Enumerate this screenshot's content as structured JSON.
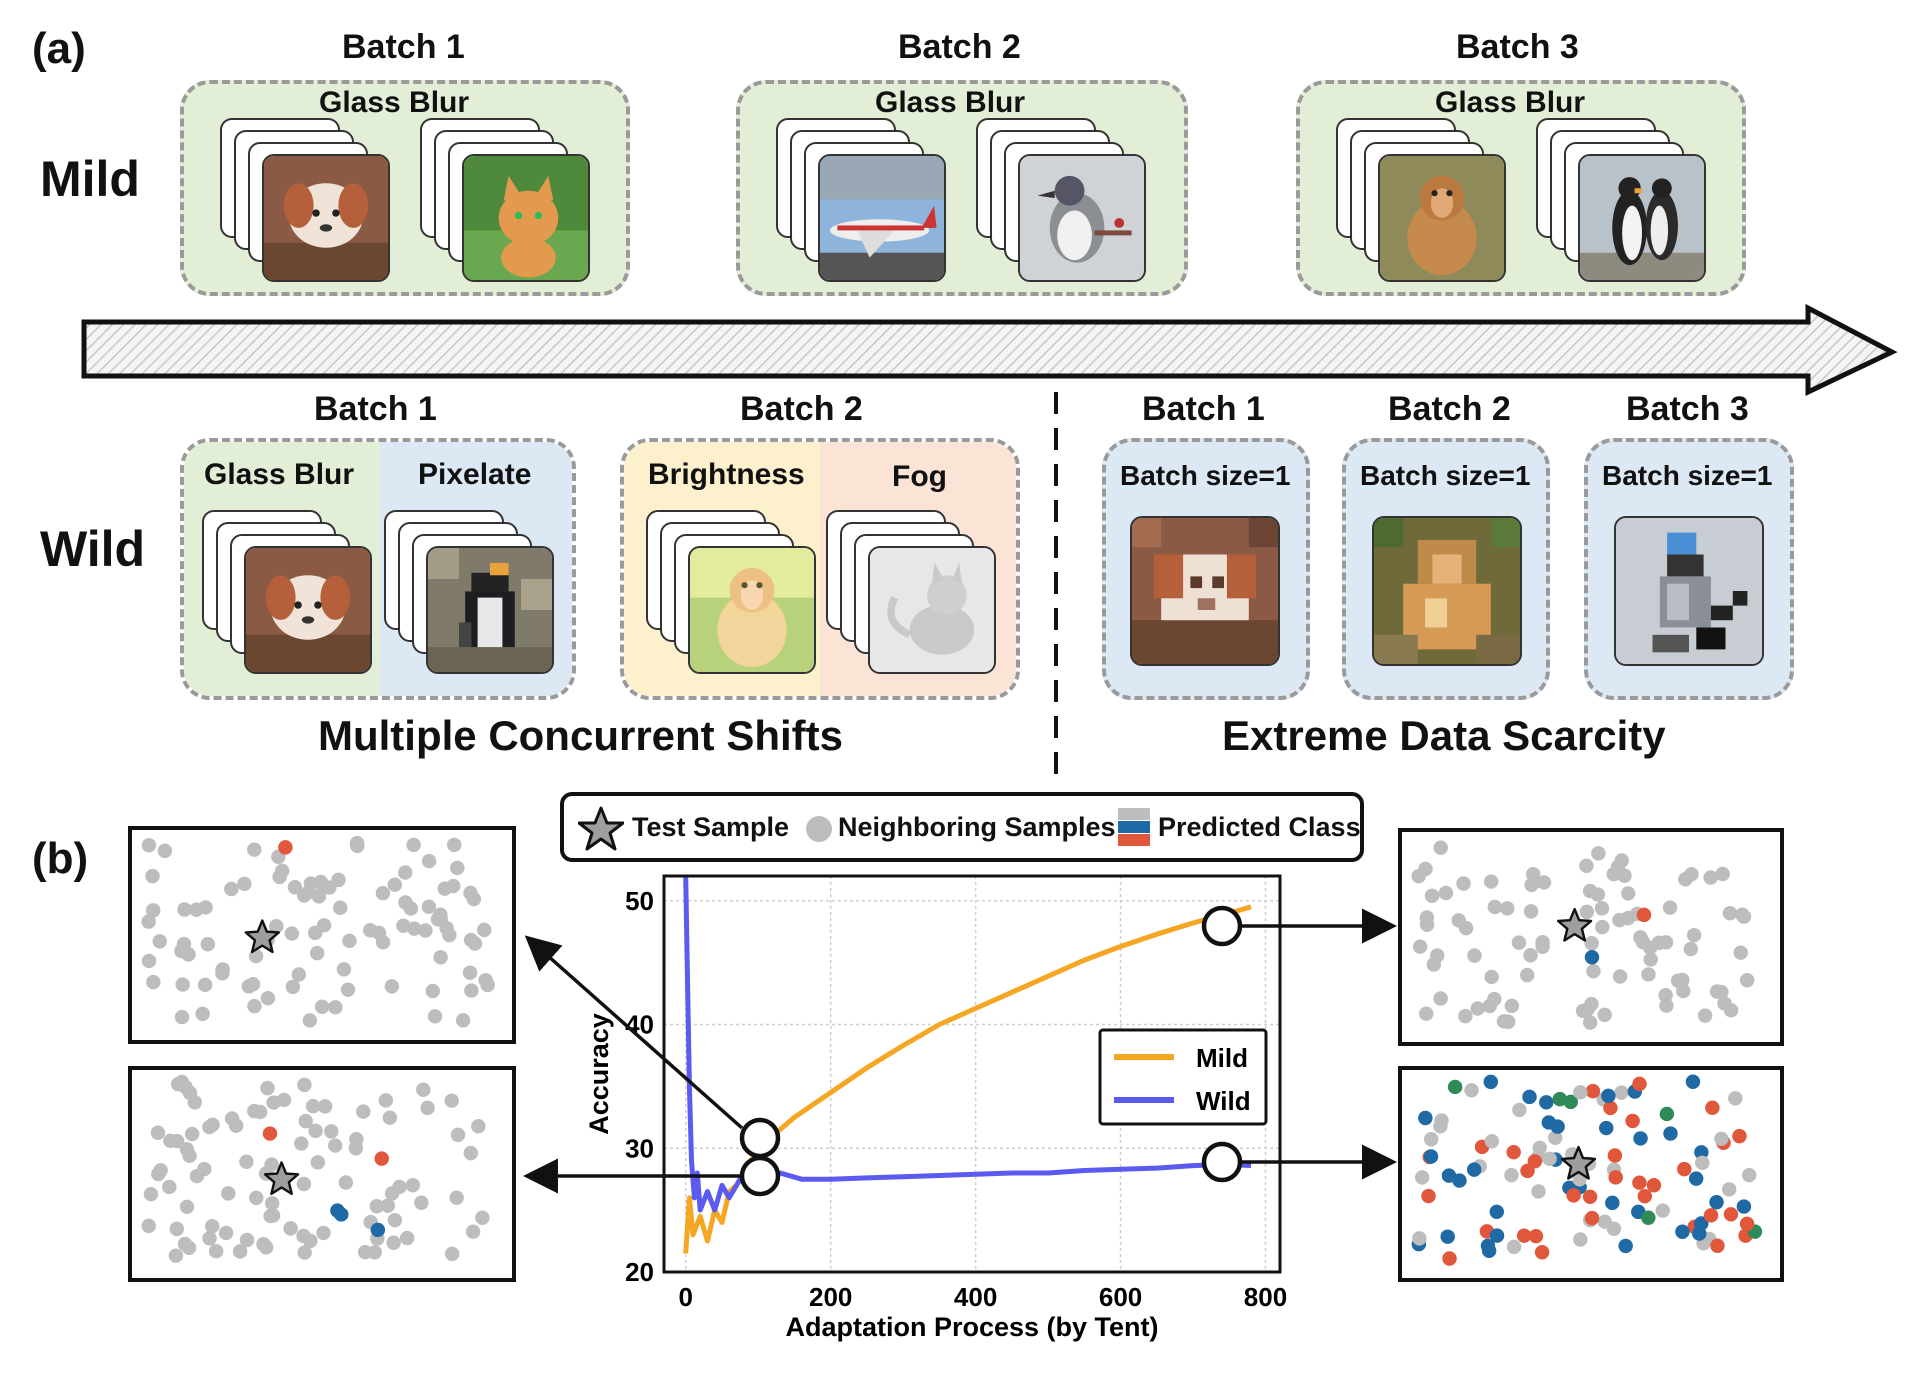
{
  "panel_a_label": "(a)",
  "panel_b_label": "(b)",
  "mild_label": "Mild",
  "wild_label": "Wild",
  "mild_batches": [
    {
      "title": "Batch 1",
      "shift": "Glass Blur",
      "images": [
        "puppy-image",
        "cat-image"
      ]
    },
    {
      "title": "Batch 2",
      "shift": "Glass Blur",
      "images": [
        "airplane-image",
        "bird-image"
      ]
    },
    {
      "title": "Batch 3",
      "shift": "Glass Blur",
      "images": [
        "monkey-image",
        "penguin-image"
      ]
    }
  ],
  "wild_concurrent": [
    {
      "title": "Batch 1",
      "shifts": [
        "Glass Blur",
        "Pixelate"
      ]
    },
    {
      "title": "Batch 2",
      "shifts": [
        "Brightness",
        "Fog"
      ]
    }
  ],
  "wild_scarcity": [
    {
      "title": "Batch 1",
      "note": "Batch size=1"
    },
    {
      "title": "Batch 2",
      "note": "Batch size=1"
    },
    {
      "title": "Batch 3",
      "note": "Batch size=1"
    }
  ],
  "concurrent_caption": "Multiple Concurrent Shifts",
  "scarcity_caption": "Extreme Data Scarcity",
  "legend_top": {
    "test_sample": "Test Sample",
    "neighboring": "Neighboring Samples",
    "predicted": "Predicted Class"
  },
  "colors": {
    "mild": "#f5a623",
    "wild": "#5b5bf0",
    "neighbor": "#bdbdbd",
    "class_red": "#e0573c",
    "class_blue": "#1f6aa5",
    "class_green": "#2e8b57"
  },
  "chart_data": {
    "type": "line",
    "xlabel": "Adaptation Process (by Tent)",
    "ylabel": "Accuracy",
    "xlim": [
      -30,
      820
    ],
    "ylim": [
      20,
      52
    ],
    "xticks": [
      "0",
      "200",
      "400",
      "600",
      "800"
    ],
    "yticks": [
      "20",
      "30",
      "40",
      "50"
    ],
    "grid": true,
    "legend_position": "center-right",
    "series": [
      {
        "name": "Mild",
        "x": [
          0,
          5,
          10,
          20,
          30,
          40,
          50,
          60,
          70,
          80,
          90,
          100,
          120,
          150,
          200,
          250,
          300,
          350,
          400,
          450,
          500,
          550,
          600,
          650,
          700,
          750,
          780
        ],
        "y": [
          21.5,
          26,
          23,
          24.5,
          22.5,
          25,
          24,
          26.5,
          27,
          28,
          29,
          30,
          31,
          32.5,
          34.5,
          36.5,
          38.3,
          40,
          41.3,
          42.6,
          43.9,
          45.2,
          46.3,
          47.3,
          48.2,
          49,
          49.5
        ]
      },
      {
        "name": "Wild",
        "x": [
          0,
          2,
          5,
          8,
          12,
          16,
          20,
          30,
          40,
          50,
          60,
          80,
          100,
          130,
          160,
          200,
          250,
          300,
          350,
          400,
          450,
          500,
          550,
          600,
          650,
          700,
          750,
          780
        ],
        "y": [
          52,
          45,
          35,
          29,
          26,
          28,
          25,
          26.5,
          25,
          27,
          26,
          28,
          28,
          28,
          27.5,
          27.5,
          27.6,
          27.7,
          27.8,
          27.9,
          28,
          28,
          28.2,
          28.3,
          28.4,
          28.6,
          28.7,
          28.6
        ]
      }
    ]
  }
}
